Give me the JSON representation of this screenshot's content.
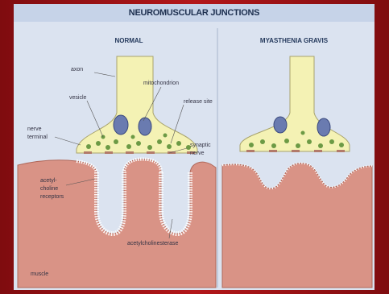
{
  "title": "NEUROMUSCULAR JUNCTIONS",
  "panels": {
    "normal": "NORMAL",
    "mg": "MYASTHENIA GRAVIS"
  },
  "labels": {
    "axon": "axon",
    "mitochondrion": "mitochondrion",
    "vesicle": "vesicle",
    "release_site": "release site",
    "nerve_terminal_1": "nerve",
    "nerve_terminal_2": "terminal",
    "synaptic_1": "synaptic",
    "synaptic_2": "nerve",
    "ach_1": "acetyl-",
    "ach_2": "choline",
    "ach_3": "receptors",
    "ache": "acetylcholinesterase",
    "muscle": "muscle"
  },
  "colors": {
    "nerve": "#f4f2b4",
    "muscle": "#d99386",
    "receptor": "#ffffff",
    "mitochondria": "#6a7bb0",
    "vesicle": "#6c9a45",
    "panel_bg": "#dbe3f0"
  }
}
